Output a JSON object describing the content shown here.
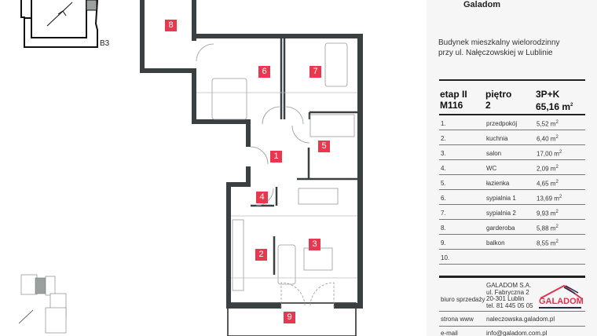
{
  "header": {
    "brand": "Galadom",
    "building_line1": "Budynek mieszkalny wielorodzinny",
    "building_line2": "przy ul. Nałęczowskiej w Lublinie"
  },
  "summary": {
    "stage_label": "etap II",
    "unit": "M116",
    "floor_label": "piętro",
    "floor": "2",
    "layout": "3P+K",
    "area": "65,16 m",
    "area_sup": "2"
  },
  "key_plan": {
    "building_label": "B3"
  },
  "rooms": [
    {
      "no": "1.",
      "name": "przedpokój",
      "area": "5,52 m",
      "sup": "2"
    },
    {
      "no": "2.",
      "name": "kuchnia",
      "area": "6,40 m",
      "sup": "2"
    },
    {
      "no": "3.",
      "name": "salon",
      "area": "17,00 m",
      "sup": "2"
    },
    {
      "no": "4.",
      "name": "WC",
      "area": "2,09 m",
      "sup": "2"
    },
    {
      "no": "5.",
      "name": "łazienka",
      "area": "4,65 m",
      "sup": "2"
    },
    {
      "no": "6.",
      "name": "sypialnia 1",
      "area": "13,69 m",
      "sup": "2"
    },
    {
      "no": "7.",
      "name": "sypialnia 2",
      "area": "9,93 m",
      "sup": "2"
    },
    {
      "no": "8.",
      "name": "garderoba",
      "area": "5,88 m",
      "sup": "2"
    },
    {
      "no": "9.",
      "name": "balkon",
      "area": "8,55 m",
      "sup": "2"
    },
    {
      "no": "10.",
      "name": "",
      "area": "",
      "sup": ""
    }
  ],
  "plan_badges": [
    "1",
    "2",
    "3",
    "4",
    "5",
    "6",
    "7",
    "8",
    "9"
  ],
  "sales": {
    "label": "biuro sprzedaży",
    "company": "GALADOM S.A.",
    "street": "ul. Fabryczna 2",
    "city": "20-301 Lublin",
    "phone": "tel. 81 445 05 05",
    "logo_text": "GALADOM"
  },
  "website": {
    "label": "strona www",
    "value": "naleczowska.galadom.pl"
  },
  "email": {
    "label": "e-mail",
    "value": "info@galadom.com.pl"
  },
  "colors": {
    "badge": "#e8384f",
    "wall": "#3a4042",
    "logo_red": "#d8344a",
    "logo_navy": "#1e2a4a"
  }
}
